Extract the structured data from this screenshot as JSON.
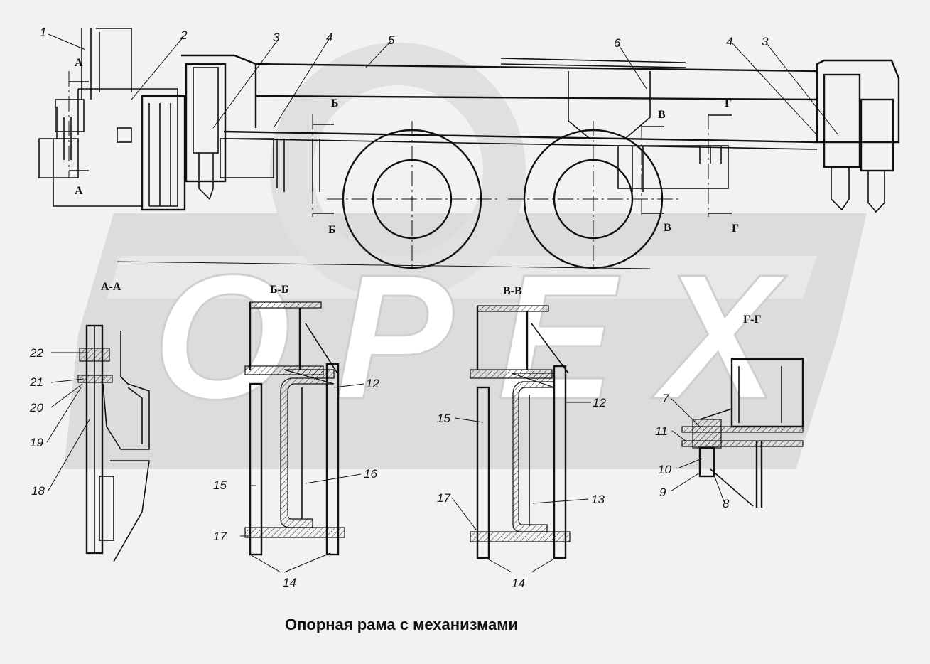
{
  "watermark": {
    "text": "OPEX",
    "color": "#d4d4d4"
  },
  "title": "Опорная рама с механизмами",
  "section_labels": {
    "a_top": "А",
    "a_bottom": "А",
    "b_top": "Б",
    "b_bottom": "Б",
    "v_top": "В",
    "v_bottom": "В",
    "g_top": "Г",
    "g_bottom": "Г"
  },
  "section_titles": {
    "aa": "А-А",
    "bb": "Б-Б",
    "vv": "В-В",
    "gg": "Г-Г"
  },
  "callouts": {
    "c1": "1",
    "c2": "2",
    "c3a": "3",
    "c4a": "4",
    "c5": "5",
    "c6": "6",
    "c4b": "4",
    "c3b": "3",
    "c22": "22",
    "c21": "21",
    "c20": "20",
    "c19": "19",
    "c18": "18",
    "c12a": "12",
    "c15a": "15",
    "c16": "16",
    "c17a": "17",
    "c14a": "14",
    "c15b": "15",
    "c12b": "12",
    "c13": "13",
    "c17b": "17",
    "c14b": "14",
    "c7": "7",
    "c11": "11",
    "c10": "10",
    "c9": "9",
    "c8": "8"
  }
}
